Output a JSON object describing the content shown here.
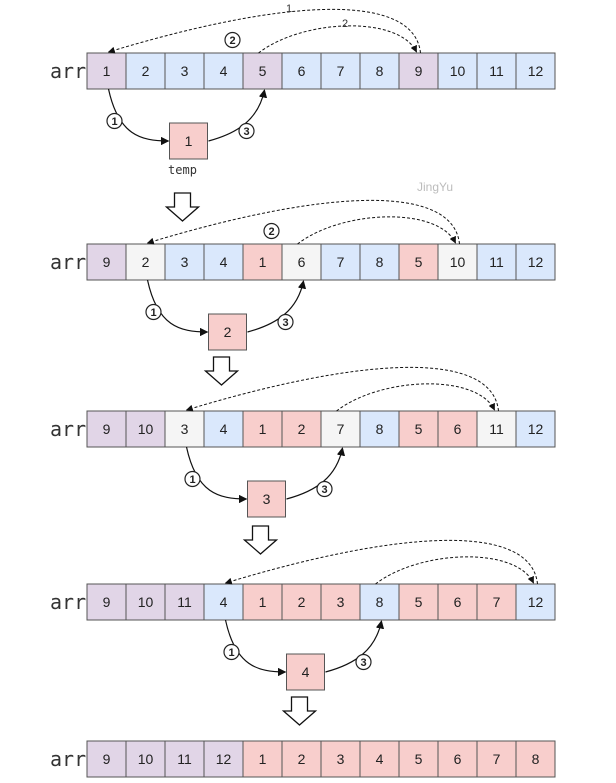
{
  "colors": {
    "blue": "#dae8fc",
    "purple": "#e1d5e7",
    "pink": "#f8cecc",
    "gray": "#f5f5f5",
    "cell_border": "#555555",
    "temp_fill": "#f8cecc"
  },
  "watermark": "JingYu",
  "arr_label": "arr",
  "temp_label": "temp",
  "step_markers": {
    "pick": "1",
    "rotate": "2",
    "drop": "3"
  },
  "arc_labels": {
    "first": "1",
    "second": "2"
  },
  "rows": [
    {
      "cells": [
        {
          "v": "1",
          "c": "purple"
        },
        {
          "v": "2",
          "c": "blue"
        },
        {
          "v": "3",
          "c": "blue"
        },
        {
          "v": "4",
          "c": "blue"
        },
        {
          "v": "5",
          "c": "purple"
        },
        {
          "v": "6",
          "c": "blue"
        },
        {
          "v": "7",
          "c": "blue"
        },
        {
          "v": "8",
          "c": "blue"
        },
        {
          "v": "9",
          "c": "purple"
        },
        {
          "v": "10",
          "c": "blue"
        },
        {
          "v": "11",
          "c": "blue"
        },
        {
          "v": "12",
          "c": "blue"
        }
      ],
      "pick_index": 0,
      "drop_index": 4,
      "source_index": 8,
      "temp_value": "1",
      "show_temp_label": true,
      "show_arc_numbers": true,
      "show_rotate_marker": true
    },
    {
      "cells": [
        {
          "v": "9",
          "c": "purple"
        },
        {
          "v": "2",
          "c": "gray"
        },
        {
          "v": "3",
          "c": "blue"
        },
        {
          "v": "4",
          "c": "blue"
        },
        {
          "v": "1",
          "c": "pink"
        },
        {
          "v": "6",
          "c": "gray"
        },
        {
          "v": "7",
          "c": "blue"
        },
        {
          "v": "8",
          "c": "blue"
        },
        {
          "v": "5",
          "c": "pink"
        },
        {
          "v": "10",
          "c": "gray"
        },
        {
          "v": "11",
          "c": "blue"
        },
        {
          "v": "12",
          "c": "blue"
        }
      ],
      "pick_index": 1,
      "drop_index": 5,
      "source_index": 9,
      "temp_value": "2",
      "show_temp_label": false,
      "show_arc_numbers": false,
      "show_rotate_marker": true
    },
    {
      "cells": [
        {
          "v": "9",
          "c": "purple"
        },
        {
          "v": "10",
          "c": "purple"
        },
        {
          "v": "3",
          "c": "gray"
        },
        {
          "v": "4",
          "c": "blue"
        },
        {
          "v": "1",
          "c": "pink"
        },
        {
          "v": "2",
          "c": "pink"
        },
        {
          "v": "7",
          "c": "gray"
        },
        {
          "v": "8",
          "c": "blue"
        },
        {
          "v": "5",
          "c": "pink"
        },
        {
          "v": "6",
          "c": "pink"
        },
        {
          "v": "11",
          "c": "gray"
        },
        {
          "v": "12",
          "c": "blue"
        }
      ],
      "pick_index": 2,
      "drop_index": 6,
      "source_index": 10,
      "temp_value": "3",
      "show_temp_label": false,
      "show_arc_numbers": false,
      "show_rotate_marker": false
    },
    {
      "cells": [
        {
          "v": "9",
          "c": "purple"
        },
        {
          "v": "10",
          "c": "purple"
        },
        {
          "v": "11",
          "c": "purple"
        },
        {
          "v": "4",
          "c": "blue"
        },
        {
          "v": "1",
          "c": "pink"
        },
        {
          "v": "2",
          "c": "pink"
        },
        {
          "v": "3",
          "c": "pink"
        },
        {
          "v": "8",
          "c": "blue"
        },
        {
          "v": "5",
          "c": "pink"
        },
        {
          "v": "6",
          "c": "pink"
        },
        {
          "v": "7",
          "c": "pink"
        },
        {
          "v": "12",
          "c": "blue"
        }
      ],
      "pick_index": 3,
      "drop_index": 7,
      "source_index": 11,
      "temp_value": "4",
      "show_temp_label": false,
      "show_arc_numbers": false,
      "show_rotate_marker": false
    },
    {
      "cells": [
        {
          "v": "9",
          "c": "purple"
        },
        {
          "v": "10",
          "c": "purple"
        },
        {
          "v": "11",
          "c": "purple"
        },
        {
          "v": "12",
          "c": "purple"
        },
        {
          "v": "1",
          "c": "pink"
        },
        {
          "v": "2",
          "c": "pink"
        },
        {
          "v": "3",
          "c": "pink"
        },
        {
          "v": "4",
          "c": "pink"
        },
        {
          "v": "5",
          "c": "pink"
        },
        {
          "v": "6",
          "c": "pink"
        },
        {
          "v": "7",
          "c": "pink"
        },
        {
          "v": "8",
          "c": "pink"
        }
      ],
      "final": true
    }
  ]
}
